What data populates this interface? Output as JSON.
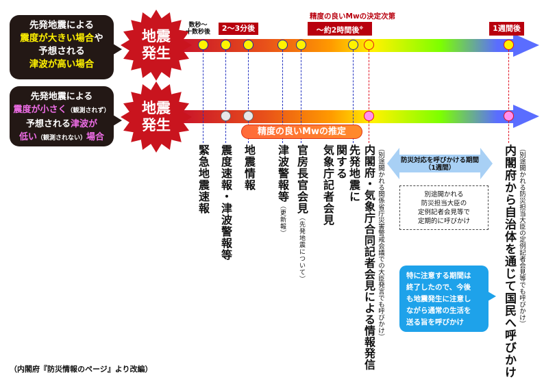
{
  "case_large": {
    "l1": "先発地震による",
    "l2a": "震度が大きい場合",
    "l2b": "や",
    "l3": "予想される",
    "l4": "津波が高い場合"
  },
  "case_small": {
    "l1": "先発地震による",
    "l2a": "震度が小さく",
    "l2b": "（観測されず）",
    "l3a": "予想される",
    "l3b": "津波が",
    "l4a": "低い",
    "l4b": "（観測されない）",
    "l4c": "場合"
  },
  "quake_badge": {
    "line1": "地震",
    "line2": "発生"
  },
  "time_labels": {
    "seconds": "数秒〜",
    "tens_seconds": "十数秒後",
    "minutes": "2〜3分後",
    "mw_decision": "精度の良いMwの決定次第",
    "two_hours": "〜約2時間後",
    "two_hours_mark": "※",
    "one_week": "1週間後"
  },
  "mw_estimate": "精度の良いMwの推定",
  "events": [
    {
      "label": "緊急地震速報"
    },
    {
      "label": "震度速報・津波警報等"
    },
    {
      "label": "地震情報"
    },
    {
      "label": "津波警報等",
      "sub": "（更新報）"
    },
    {
      "label": "官房長官会見",
      "sub": "（先発地震について）"
    },
    {
      "col1": "先発地震に",
      "col2": "関する",
      "col3": "気象庁記者会見"
    },
    {
      "label": "内閣府・気象庁合同記者会見による情報発信",
      "note": "（別途開かれる関係省庁災害警戒会議での大臣発言でも呼びかけ）"
    },
    {
      "label": "内閣府から自治体を通じて国民へ呼びかけ",
      "note": "（別途開かれる防災担当大臣の定例記者会見等でも呼びかけ）"
    }
  ],
  "period_arrow": {
    "line1": "防災対応を呼びかける期間",
    "line2": "（1週間）"
  },
  "dashed_box": {
    "l1": "別途開かれる",
    "l2": "防災担当大臣の",
    "l3": "定例記者会見等で",
    "l4": "定期的に呼びかけ"
  },
  "callout": {
    "l1": "特に注意する期間は",
    "l2": "終了したので、今後",
    "l3": "も地震発生に注意し",
    "l4": "ながら通常の生活を",
    "l5": "送る旨を呼びかけ"
  },
  "source": "（内閣府『防災情報のページ』より改編）"
}
